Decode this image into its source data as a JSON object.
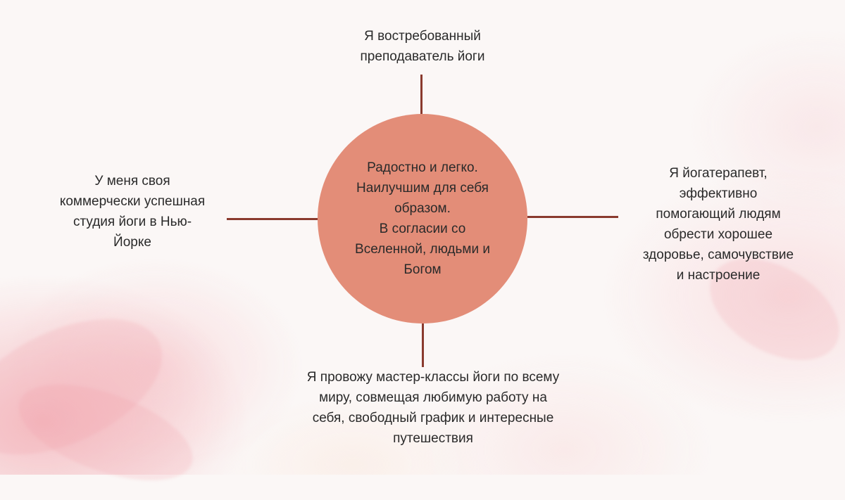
{
  "center": {
    "text": "Радостно и легко.\nНаилучшим для себя\nобразом.\nВ согласии со\nВселенной, людьми и\nБогом"
  },
  "branches": {
    "top": "Я востребованный\nпреподаватель йоги",
    "left": "У меня своя\nкоммерчески успешная\nстудия йоги в Нью-\nЙорке",
    "right": "Я йогатерапевт,\nэффективно\nпомогающий людям\nобрести хорошее\nздоровье, самочувствие\nи настроение",
    "bottom": "Я провожу мастер-классы йоги по всему\nмиру, совмещая любимую работу на\nсебя, свободный график и интересные\nпутешествия"
  },
  "colors": {
    "circle": "#e38d78",
    "connector": "#8a3a2e",
    "text": "#2a2a2a"
  }
}
